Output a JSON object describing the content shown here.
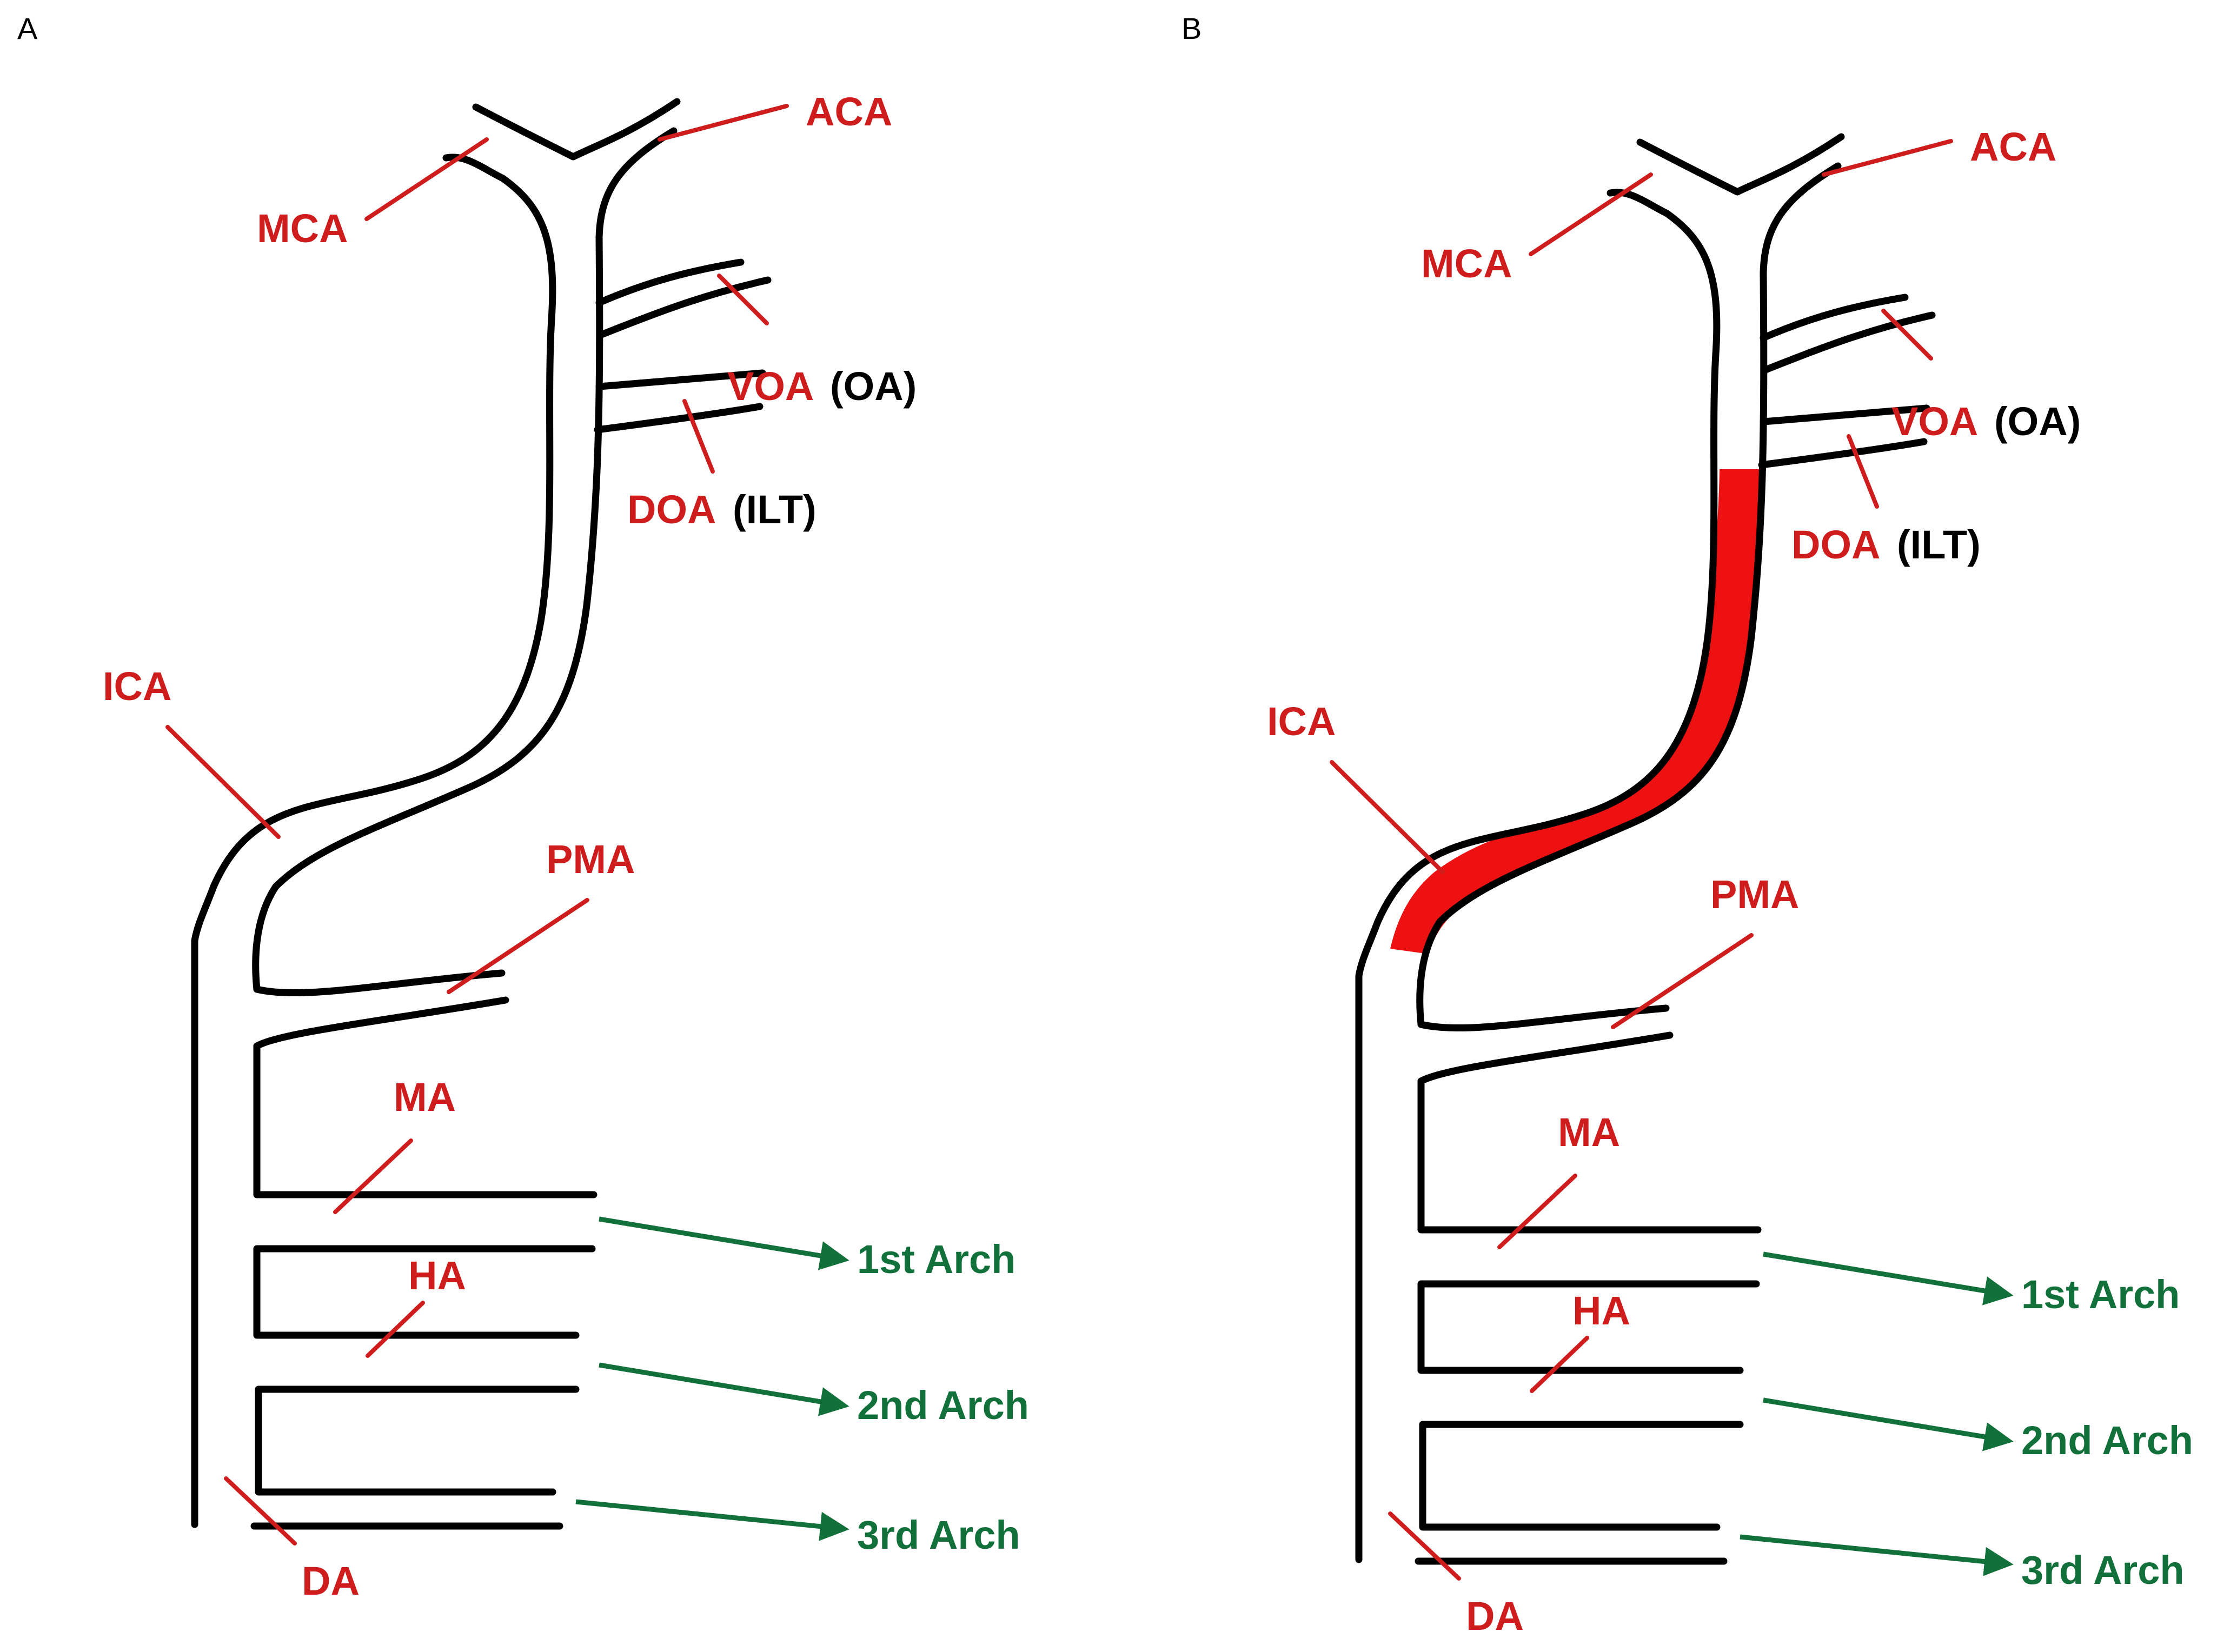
{
  "colors": {
    "red_label": "#cf1d1d",
    "black_label": "#000000",
    "green_label": "#12703a",
    "occlusion_fill": "#ee1111",
    "vessel": "#000000"
  },
  "panels": [
    {
      "letter": "A",
      "labels": {
        "aca": "ACA",
        "mca": "MCA",
        "voa": "VOA",
        "oa": "(OA)",
        "doa": "DOA",
        "ilt": "(ILT)",
        "ica": "ICA",
        "pma": "PMA",
        "ma": "MA",
        "ha": "HA",
        "da": "DA",
        "arch1": "1st Arch",
        "arch2": "2nd Arch",
        "arch3": "3rd Arch"
      },
      "occluded_segment": null
    },
    {
      "letter": "B",
      "labels": {
        "aca": "ACA",
        "mca": "MCA",
        "voa": "VOA",
        "oa": "(OA)",
        "doa": "DOA",
        "ilt": "(ILT)",
        "ica": "ICA",
        "pma": "PMA",
        "ma": "MA",
        "ha": "HA",
        "da": "DA",
        "arch1": "1st Arch",
        "arch2": "2nd Arch",
        "arch3": "3rd Arch"
      },
      "occluded_segment": "ICA"
    }
  ]
}
